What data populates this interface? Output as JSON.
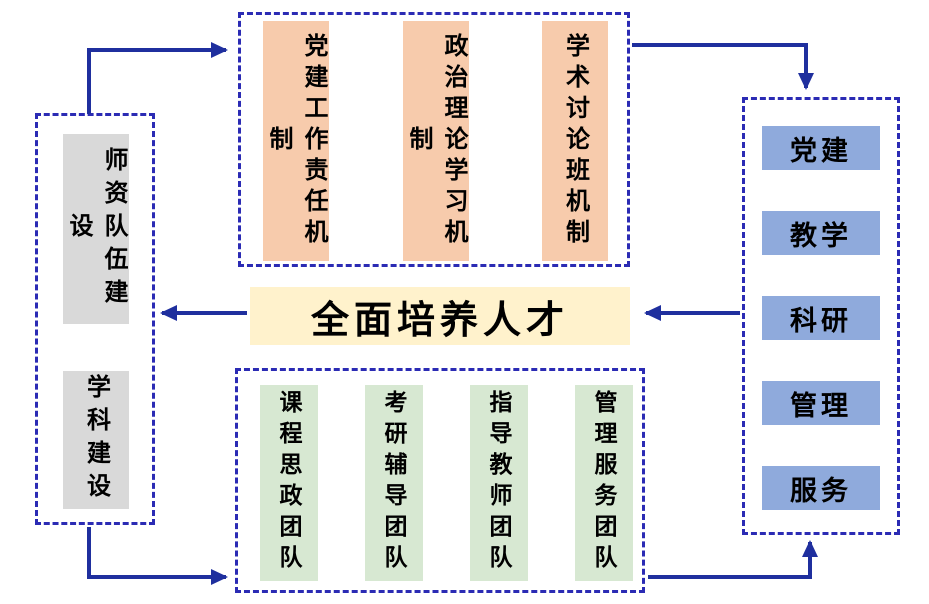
{
  "center": {
    "label": "全面培养人才"
  },
  "left_group": {
    "items": [
      {
        "label": "师资队伍建设"
      },
      {
        "label": "学科建设"
      }
    ]
  },
  "top_group": {
    "items": [
      {
        "label": "党建工作责任机制"
      },
      {
        "label": "政治理论学习机制"
      },
      {
        "label": "学术讨论班机制"
      }
    ]
  },
  "bottom_group": {
    "items": [
      {
        "label": "课程思政团队"
      },
      {
        "label": "考研辅导团队"
      },
      {
        "label": "指导教师团队"
      },
      {
        "label": "管理服务团队"
      }
    ]
  },
  "right_group": {
    "items": [
      {
        "label": "党建"
      },
      {
        "label": "教学"
      },
      {
        "label": "科研"
      },
      {
        "label": "管理"
      },
      {
        "label": "服务"
      }
    ]
  },
  "colors": {
    "top_box": "#F7CBAC",
    "center_box": "#FFF2CC",
    "bottom_box": "#D7E8D2",
    "right_box": "#8FAADC",
    "left_box": "#D9D9D9",
    "dashed_border": "#2B2BB4",
    "arrow": "#1F2F9E"
  }
}
